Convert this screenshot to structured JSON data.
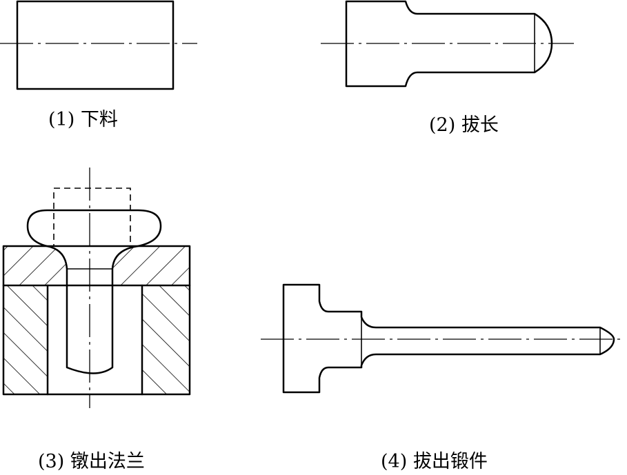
{
  "steps": [
    {
      "caption": "(1) 下料"
    },
    {
      "caption": "(2) 拔长"
    },
    {
      "caption": "(3) 镦出法兰"
    },
    {
      "caption": "(4) 拔出锻件"
    }
  ]
}
